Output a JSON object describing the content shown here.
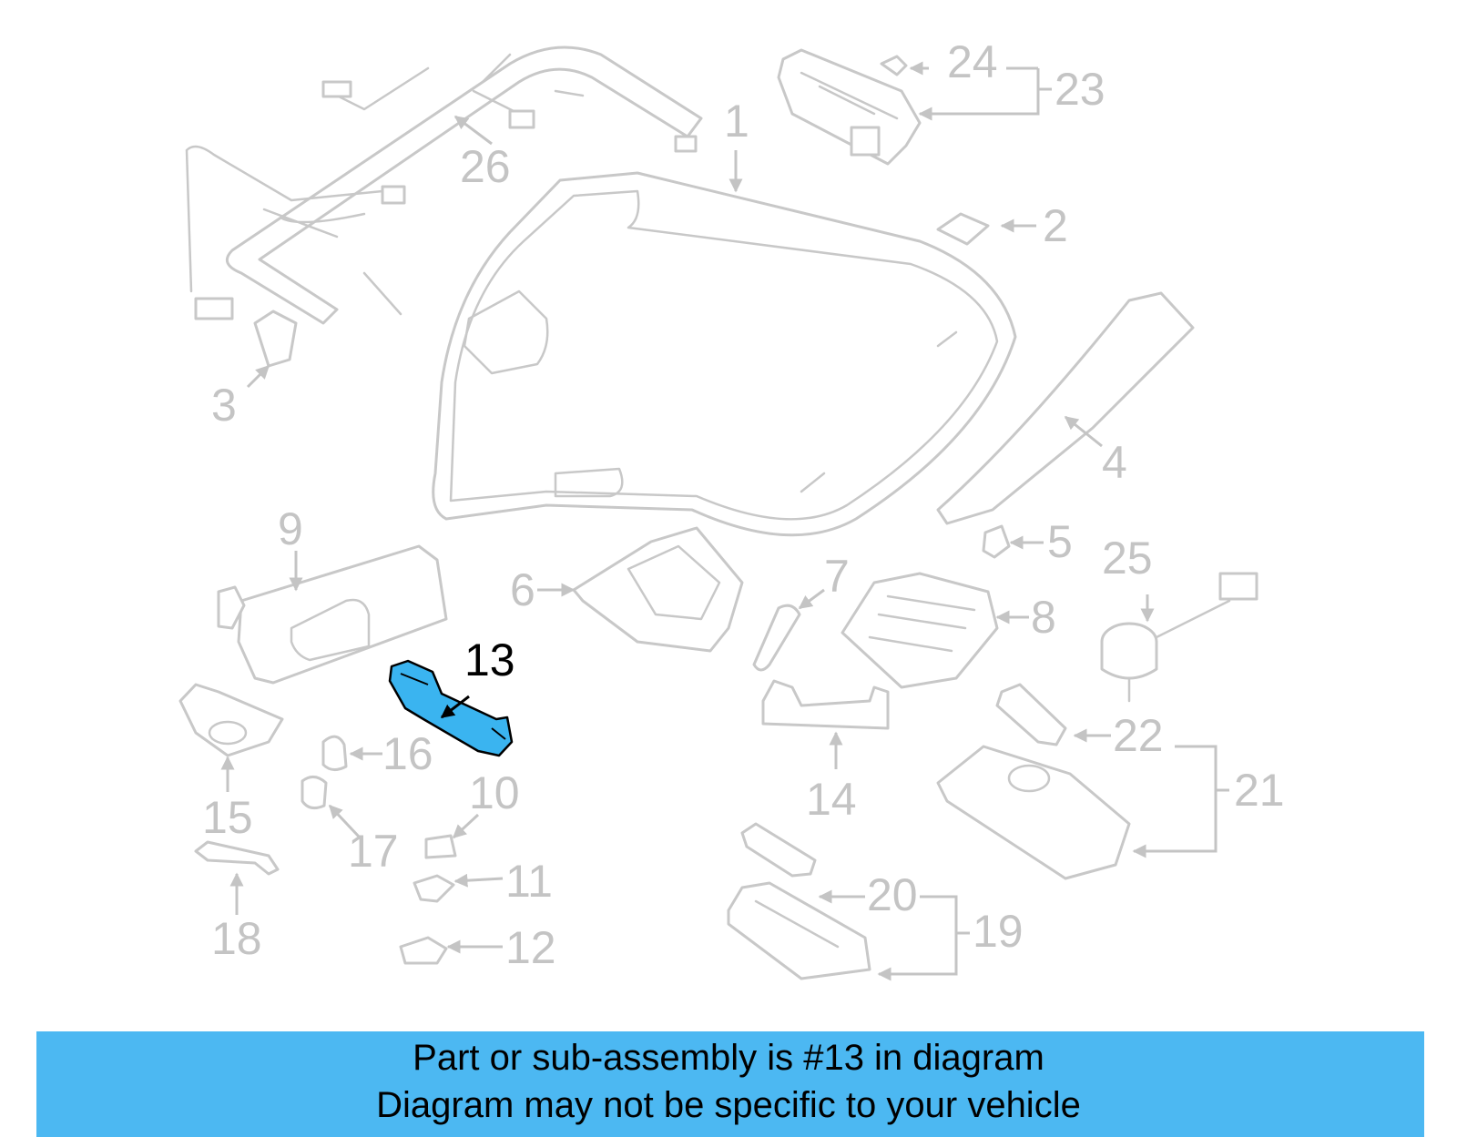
{
  "diagram": {
    "callouts": {
      "c1": "1",
      "c2": "2",
      "c3": "3",
      "c4": "4",
      "c5": "5",
      "c6": "6",
      "c7": "7",
      "c8": "8",
      "c9": "9",
      "c10": "10",
      "c11": "11",
      "c12": "12",
      "c13": "13",
      "c14": "14",
      "c15": "15",
      "c16": "16",
      "c17": "17",
      "c18": "18",
      "c19": "19",
      "c20": "20",
      "c21": "21",
      "c22": "22",
      "c23": "23",
      "c24": "24",
      "c25": "25",
      "c26": "26"
    },
    "highlighted_part": "13",
    "colors": {
      "highlight": "#3ab4f0",
      "banner": "#4cb8f2",
      "part_outline": "#c8c8c8"
    }
  },
  "banner": {
    "line1": "Part or sub-assembly is #13 in diagram",
    "line2": "Diagram may not be specific to your vehicle"
  }
}
